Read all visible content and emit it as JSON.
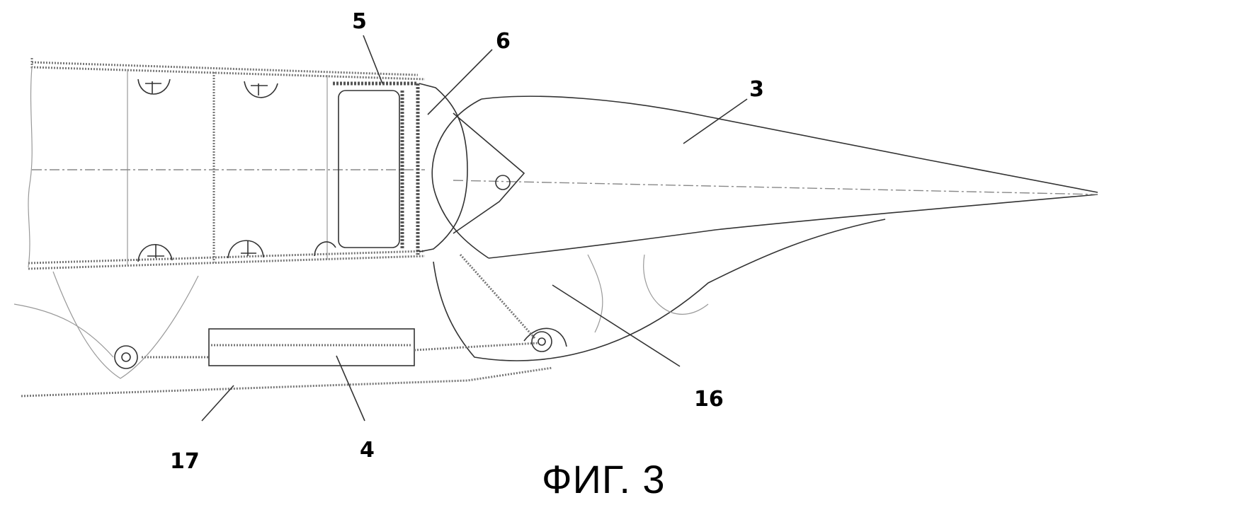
{
  "figure": {
    "caption": "ФИГ. 3",
    "labels": {
      "l3": "3",
      "l4": "4",
      "l5": "5",
      "l6": "6",
      "l16": "16",
      "l17": "17"
    }
  }
}
